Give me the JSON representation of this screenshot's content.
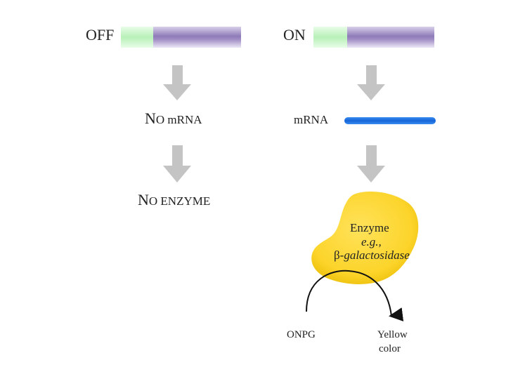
{
  "left": {
    "state": "OFF",
    "mrna": {
      "first": "N",
      "rest": "O mRNA"
    },
    "enzyme": {
      "first": "N",
      "rest": "O ENZYME"
    }
  },
  "right": {
    "state": "ON",
    "mrna_label": "mRNA",
    "enzyme_title": "Enzyme",
    "enzyme_example": "e.g.,",
    "enzyme_greek": "β",
    "enzyme_name": "-galactosidase",
    "substrate": "ONPG",
    "product_line1": "Yellow",
    "product_line2": "color"
  },
  "colors": {
    "promoter": "#c8f5c8",
    "gene": "#a896c8",
    "arrow": "#c4c4c4",
    "mrna": "#1a73e8",
    "enzyme": "#fcd72a",
    "curve": "#111111"
  }
}
